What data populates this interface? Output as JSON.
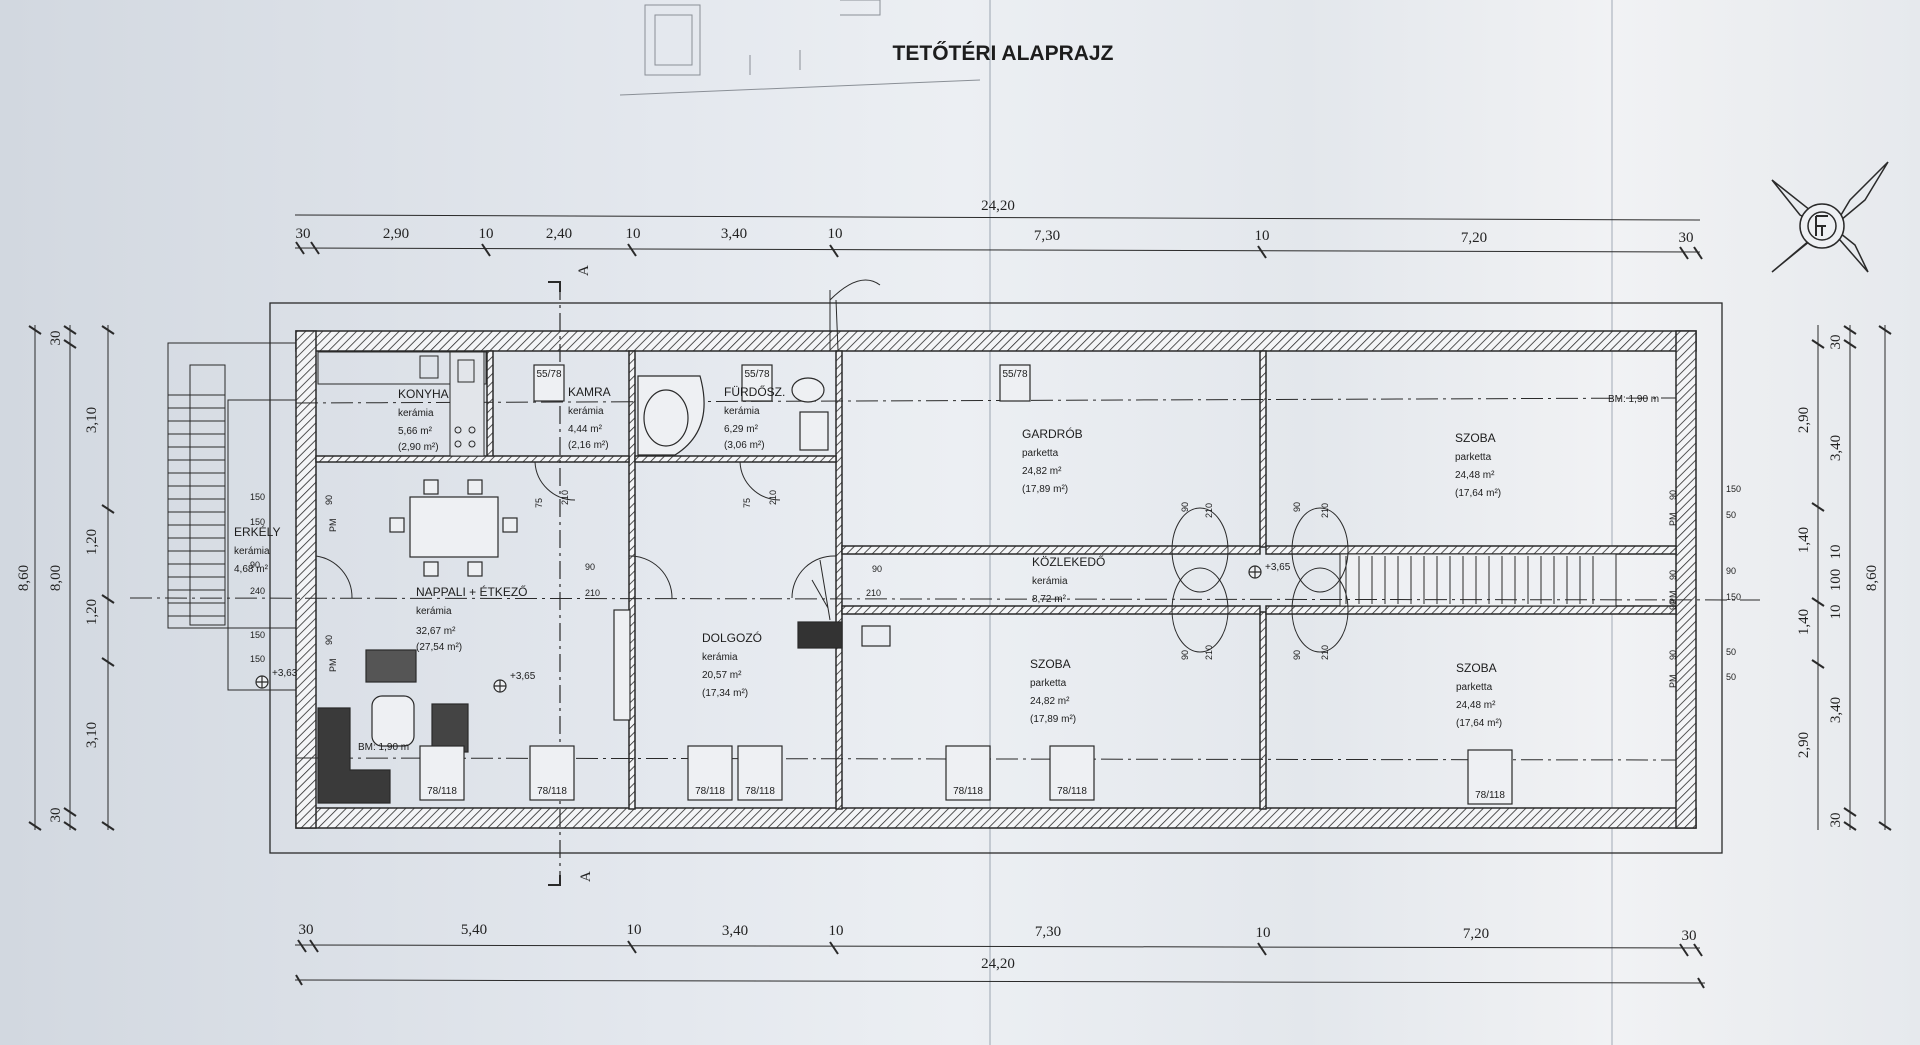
{
  "title": "TETŐTÉRI ALAPRAJZ",
  "rooms": {
    "konyha": {
      "name": "KONYHA",
      "floor": "kerámia",
      "area": "5,66 m²",
      "net": "(2,90 m²)"
    },
    "kamra": {
      "name": "KAMRA",
      "floor": "kerámia",
      "area": "4,44 m²",
      "net": "(2,16 m²)"
    },
    "furdo": {
      "name": "FÜRDŐSZ.",
      "floor": "kerámia",
      "area": "6,29 m²",
      "net": "(3,06 m²)"
    },
    "gardrob": {
      "name": "GARDRÓB",
      "floor": "parketta",
      "area": "24,82 m²",
      "net": "(17,89 m²)"
    },
    "szoba_ne": {
      "name": "SZOBA",
      "floor": "parketta",
      "area": "24,48 m²",
      "net": "(17,64 m²)"
    },
    "erkely": {
      "name": "ERKÉLY",
      "floor": "kerámia",
      "area": "4,68 m²"
    },
    "nappali": {
      "name": "NAPPALI + ÉTKEZŐ",
      "floor": "kerámia",
      "area": "32,67 m²",
      "net": "(27,54 m²)"
    },
    "dolgozo": {
      "name": "DOLGOZÓ",
      "floor": "kerámia",
      "area": "20,57 m²",
      "net": "(17,34 m²)"
    },
    "kozlekedo": {
      "name": "KÖZLEKEDŐ",
      "floor": "kerámia",
      "area": "8,72 m²"
    },
    "szoba_s": {
      "name": "SZOBA",
      "floor": "parketta",
      "area": "24,82 m²",
      "net": "(17,89 m²)"
    },
    "szoba_se": {
      "name": "SZOBA",
      "floor": "parketta",
      "area": "24,48 m²",
      "net": "(17,64 m²)"
    }
  },
  "dimensions": {
    "top_total": "24,20",
    "top": [
      "30",
      "2,90",
      "10",
      "2,40",
      "10",
      "3,40",
      "10",
      "7,30",
      "10",
      "7,20",
      "30"
    ],
    "bottom_total": "24,20",
    "bottom": [
      "30",
      "5,40",
      "10",
      "3,40",
      "10",
      "7,30",
      "10",
      "7,20",
      "30"
    ],
    "left_total": "8,60",
    "left_mid": "8,00",
    "left": [
      "30",
      "3,10",
      "1,20",
      "1,20",
      "3,10",
      "30"
    ],
    "right_total": "8,60",
    "right_outer": [
      "30",
      "3,40",
      "10",
      "100",
      "10",
      "3,40",
      "30"
    ],
    "right_inner": [
      "2,90",
      "1,40",
      "1,40",
      "2,90"
    ]
  },
  "annotations": {
    "window_top": "55/78",
    "window_bottom": "78/118",
    "level_1": "+3,65",
    "level_2": "+3,63",
    "level_3": "+3,65",
    "bm_1": "BM: 1,90 m",
    "bm_2": "BM: 1,90 m",
    "section_mark": "A",
    "pm": "PM",
    "door_90": "90",
    "door_210": "210",
    "door_75": "75",
    "door_150": "150",
    "door_240": "240",
    "door_50": "50"
  },
  "colors": {
    "line": "#2a2a2a",
    "paper": "#e6e9ee"
  }
}
